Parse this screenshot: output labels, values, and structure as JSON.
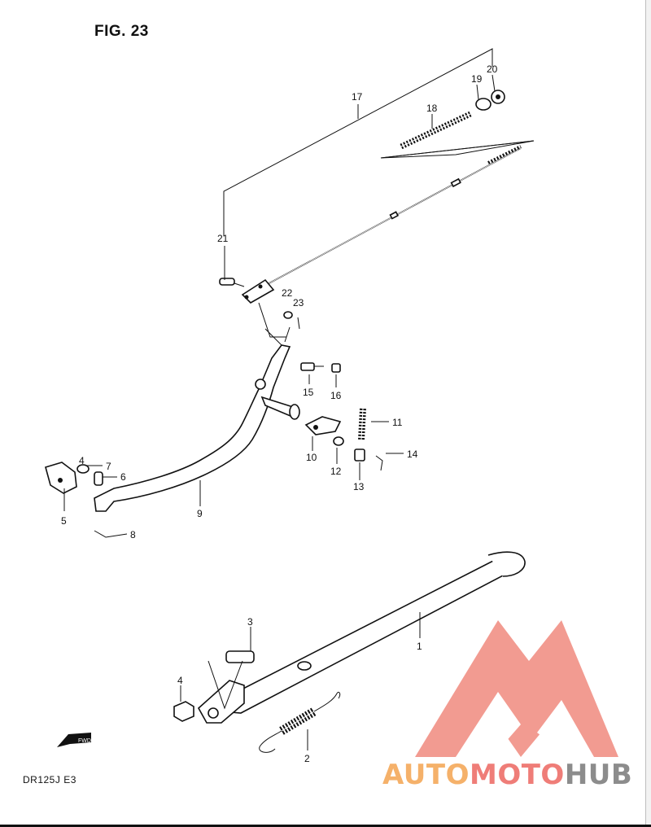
{
  "figure": {
    "title": "FIG. 23"
  },
  "model_code": "DR125J  E3",
  "fwd_badge": "FWD",
  "watermark": {
    "part1": "AUTO",
    "part2": "MOTO",
    "part3": "HUB",
    "color_main": "#f08a7e",
    "color_accent": "#f5b16a",
    "color_gray": "#8c8c8c"
  },
  "callouts": {
    "c1": "1",
    "c2": "2",
    "c3": "3",
    "c4a": "4",
    "c4b": "4",
    "c5": "5",
    "c6": "6",
    "c7": "7",
    "c8": "8",
    "c9": "9",
    "c10": "10",
    "c11": "11",
    "c12": "12",
    "c13": "13",
    "c14": "14",
    "c15": "15",
    "c16": "16",
    "c17": "17",
    "c18": "18",
    "c19": "19",
    "c20": "20",
    "c21": "21",
    "c22": "22",
    "c23": "23"
  }
}
